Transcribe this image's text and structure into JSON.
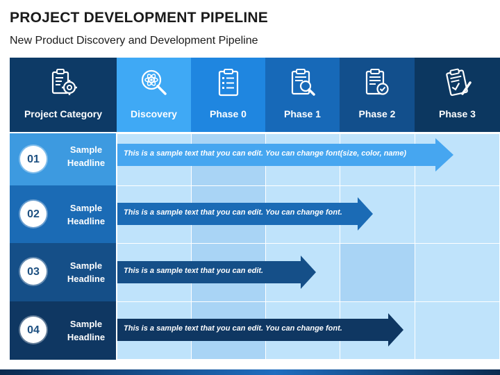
{
  "title": "PROJECT DEVELOPMENT PIPELINE",
  "subtitle": "New Product Discovery and Development Pipeline",
  "columns": [
    {
      "label": "Project Category",
      "icon": "clipboard-gear-icon",
      "color": "#0d3a66"
    },
    {
      "label": "Discovery",
      "icon": "atom-search-icon",
      "color": "#3fa9f5"
    },
    {
      "label": "Phase 0",
      "icon": "checklist-clipboard-icon",
      "color": "#1f86e0"
    },
    {
      "label": "Phase 1",
      "icon": "clipboard-magnifier-icon",
      "color": "#1769b8"
    },
    {
      "label": "Phase 2",
      "icon": "clipboard-check-icon",
      "color": "#124f8c"
    },
    {
      "label": "Phase 3",
      "icon": "clipboard-pencil-icon",
      "color": "#0c3760"
    }
  ],
  "rows": [
    {
      "number": "01",
      "headline": "Sample Headline",
      "text": "This is a sample text that you can edit. You can change font(size, color, name)",
      "color": "#3d9ae0",
      "arrow_color": "#46a6f0"
    },
    {
      "number": "02",
      "headline": "Sample Headline",
      "text": "This is a sample text that you can edit. You can change font.",
      "color": "#1b6bb5",
      "arrow_color": "#1b6bb5"
    },
    {
      "number": "03",
      "headline": "Sample Headline",
      "text": "This is a sample text that you can edit.",
      "color": "#154f88",
      "arrow_color": "#154f88"
    },
    {
      "number": "04",
      "headline": "Sample Headline",
      "text": "This is a sample text that you can edit. You can change font.",
      "color": "#0f3762",
      "arrow_color": "#0f3762"
    }
  ]
}
